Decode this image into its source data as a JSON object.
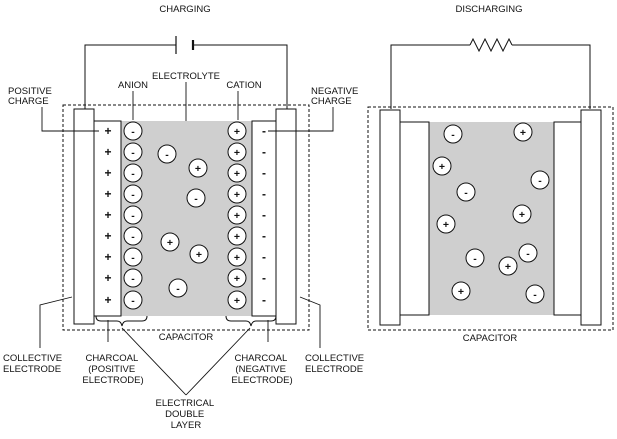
{
  "charging": {
    "title": "CHARGING",
    "labels": {
      "electrolyte": "ELECTROLYTE",
      "anion": "ANION",
      "cation": "CATION",
      "positive_charge": [
        "POSITIVE",
        "CHARGE"
      ],
      "negative_charge": [
        "NEGATIVE",
        "CHARGE"
      ],
      "capacitor": "CAPACITOR",
      "collective_left": [
        "COLLECTIVE",
        "ELECTRODE"
      ],
      "charcoal_positive": [
        "CHARCOAL",
        "(POSITIVE",
        "ELECTRODE)"
      ],
      "charcoal_negative": [
        "CHARCOAL",
        "(NEGATIVE",
        "ELECTRODE)"
      ],
      "collective_right": [
        "COLLECTIVE",
        "ELECTRODE"
      ],
      "double_layer": [
        "ELECTRICAL",
        "DOUBLE",
        "LAYER"
      ]
    },
    "plus_sign": "+",
    "minus_sign": "-"
  },
  "discharging": {
    "title": "DISCHARGING",
    "capacitor": "CAPACITOR",
    "plus_sign": "+",
    "minus_sign": "-"
  }
}
